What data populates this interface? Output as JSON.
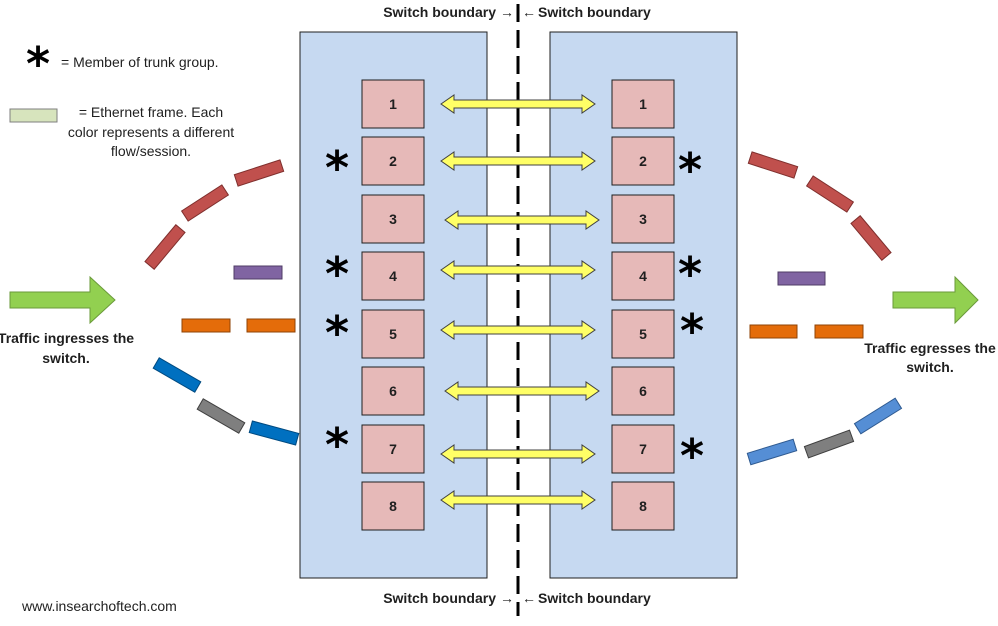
{
  "boundary": {
    "top_left": "Switch boundary",
    "top_right": "Switch boundary",
    "bottom_left": "Switch boundary",
    "bottom_right": "Switch boundary",
    "arrow_in": "→",
    "arrow_out": "←"
  },
  "legend": {
    "star_symbol": "*",
    "star_text": "= Member of trunk group.",
    "frame_text_lines": [
      "= Ethernet frame. Each",
      "color represents a different",
      "flow/session."
    ]
  },
  "traffic": {
    "ingress_lines": [
      "Traffic ingresses the",
      "switch."
    ],
    "egress_lines": [
      "Traffic egresses the",
      "switch."
    ]
  },
  "ports": [
    {
      "label": "1",
      "trunk": false
    },
    {
      "label": "2",
      "trunk": true
    },
    {
      "label": "3",
      "trunk": false
    },
    {
      "label": "4",
      "trunk": true
    },
    {
      "label": "5",
      "trunk": true
    },
    {
      "label": "6",
      "trunk": false
    },
    {
      "label": "7",
      "trunk": true
    },
    {
      "label": "8",
      "trunk": false
    }
  ],
  "footer": "www.insearchoftech.com",
  "colors": {
    "switch_fill": "#c6d9f1",
    "port_fill": "#e6b9b8",
    "link_fill": "#ffff66",
    "traffic_arrow": "#92d050",
    "flow_red": "#c0504d",
    "flow_purple": "#8064a2",
    "flow_orange": "#e46c0a",
    "flow_blue_dark": "#0070c0",
    "flow_blue_light": "#558ed5",
    "flow_gray": "#7f7f7f",
    "legend_frame": "#d7e4bd"
  }
}
